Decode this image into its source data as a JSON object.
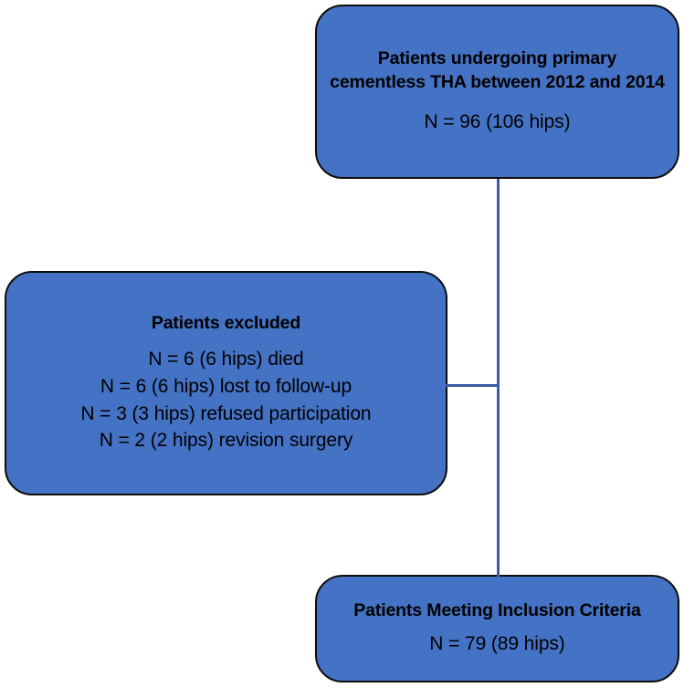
{
  "diagram": {
    "type": "flowchart",
    "orientation": "vertical",
    "colors": {
      "node_fill": "#4472C4",
      "node_border": "#0d0d0d",
      "connector": "#3B5BA5",
      "text": "#000000",
      "background": "#ffffff"
    },
    "nodes": [
      {
        "id": "cohort",
        "title": "Patients undergoing primary cementless THA between 2012 and 2014",
        "detail": "N = 96 (106 hips)",
        "n_patients": 96,
        "n_hips": 106
      },
      {
        "id": "excluded",
        "title": "Patients excluded",
        "detail": "N = 6 (6 hips) died\nN = 6 (6 hips) lost to follow-up\nN = 3 (3 hips) refused participation\nN = 2 (2 hips) revision surgery",
        "exclusion_reasons": [
          {
            "label": "N = 6 (6 hips) died",
            "n_patients": 6,
            "n_hips": 6,
            "reason": "died"
          },
          {
            "label": "N = 6 (6 hips) lost to follow-up",
            "n_patients": 6,
            "n_hips": 6,
            "reason": "lost to follow-up"
          },
          {
            "label": "N = 3 (3 hips) refused participation",
            "n_patients": 3,
            "n_hips": 3,
            "reason": "refused participation"
          },
          {
            "label": "N = 2 (2 hips) revision surgery",
            "n_patients": 2,
            "n_hips": 2,
            "reason": "revision surgery"
          }
        ]
      },
      {
        "id": "included",
        "title": "Patients Meeting Inclusion Criteria",
        "detail": "N = 79 (89 hips)",
        "n_patients": 79,
        "n_hips": 89
      }
    ],
    "connectors": [
      {
        "id": "main",
        "from": "cohort",
        "to": "included",
        "direction": "vertical"
      },
      {
        "id": "excluded-branch",
        "from": "main",
        "to": "excluded",
        "direction": "horizontal"
      }
    ]
  }
}
